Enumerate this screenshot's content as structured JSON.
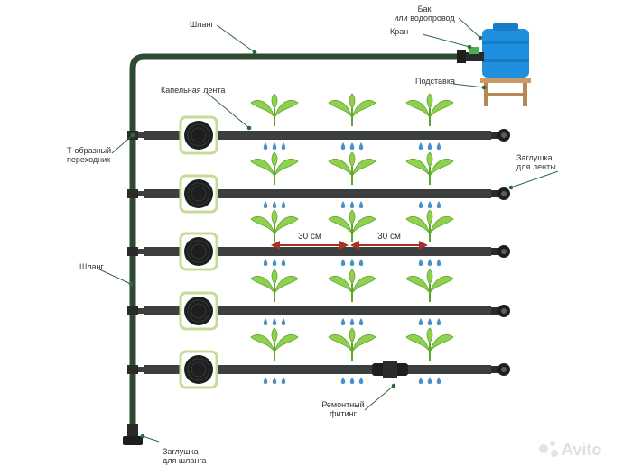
{
  "labels": {
    "hose_top": "Шланг",
    "tank_line1": "Бак",
    "tank_line2": "или водопровод",
    "tap": "Кран",
    "stand": "Подставка",
    "drip_tape": "Капельная лента",
    "tee_line1": "Т-образный",
    "tee_line2": "переходник",
    "tape_plug_line1": "Заглушка",
    "tape_plug_line2": "для ленты",
    "hose_left": "Шланг",
    "repair_line1": "Ремонтный",
    "repair_line2": "фитинг",
    "hose_plug_line1": "Заглушка",
    "hose_plug_line2": "для шланга",
    "distance_1": "30 см",
    "distance_2": "30 см"
  },
  "watermark": "Avito",
  "colors": {
    "hose": "#2f4a33",
    "tape": "#3c3f3d",
    "leaf": "#8fd14f",
    "leaf_dark": "#5ea52c",
    "drop": "#4a90c8",
    "tank": "#1f8fe0",
    "stand": "#c99c67",
    "arrow": "#a8322a",
    "callout": "#2e6b3a",
    "reel_frame": "#d6e7b4"
  }
}
